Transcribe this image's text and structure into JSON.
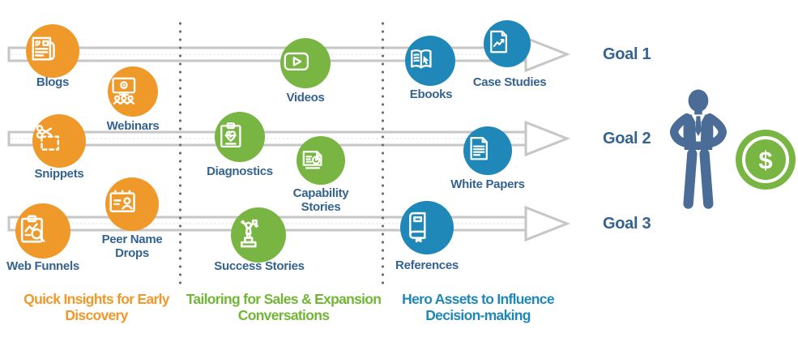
{
  "goals": [
    {
      "label": "Goal 1"
    },
    {
      "label": "Goal 2"
    },
    {
      "label": "Goal 3"
    }
  ],
  "nodes": [
    {
      "label": "Blogs",
      "icon": "newspaper-icon",
      "stage": "quick-insights"
    },
    {
      "label": "Webinars",
      "icon": "webinar-screen-icon",
      "stage": "quick-insights"
    },
    {
      "label": "Snippets",
      "icon": "scissors-snippet-icon",
      "stage": "quick-insights"
    },
    {
      "label": "Web Funnels",
      "icon": "funnel-report-icon",
      "stage": "quick-insights"
    },
    {
      "label": "Peer Name Drops",
      "icon": "id-card-icon",
      "stage": "quick-insights"
    },
    {
      "label": "Videos",
      "icon": "play-video-icon",
      "stage": "tailoring"
    },
    {
      "label": "Diagnostics",
      "icon": "health-clipboard-icon",
      "stage": "tailoring"
    },
    {
      "label": "Capability Stories",
      "icon": "pie-document-icon",
      "stage": "tailoring"
    },
    {
      "label": "Success Stories",
      "icon": "winner-podium-icon",
      "stage": "tailoring"
    },
    {
      "label": "Ebooks",
      "icon": "open-book-cursor-icon",
      "stage": "hero-assets"
    },
    {
      "label": "Case Studies",
      "icon": "chart-document-icon",
      "stage": "hero-assets"
    },
    {
      "label": "White Papers",
      "icon": "text-document-icon",
      "stage": "hero-assets"
    },
    {
      "label": "References",
      "icon": "bound-book-icon",
      "stage": "hero-assets"
    }
  ],
  "stages": [
    {
      "label": "Quick Insights for Early Discovery",
      "color": "#f0992b"
    },
    {
      "label": "Tailoring for Sales & Expansion Conversations",
      "color": "#72b636"
    },
    {
      "label": "Hero Assets to Influence Decision-making",
      "color": "#2088b8"
    }
  ],
  "coin": {
    "symbol": "$",
    "color": "#79b543"
  },
  "colors": {
    "orange": "#f0992b",
    "green": "#79b543",
    "blue": "#2088b8",
    "label_blue": "#35638f",
    "arrow_gray": "#c6c6c6",
    "divider_dot_gray": "#6e6e6e",
    "person_blue": "#4a6c96"
  }
}
